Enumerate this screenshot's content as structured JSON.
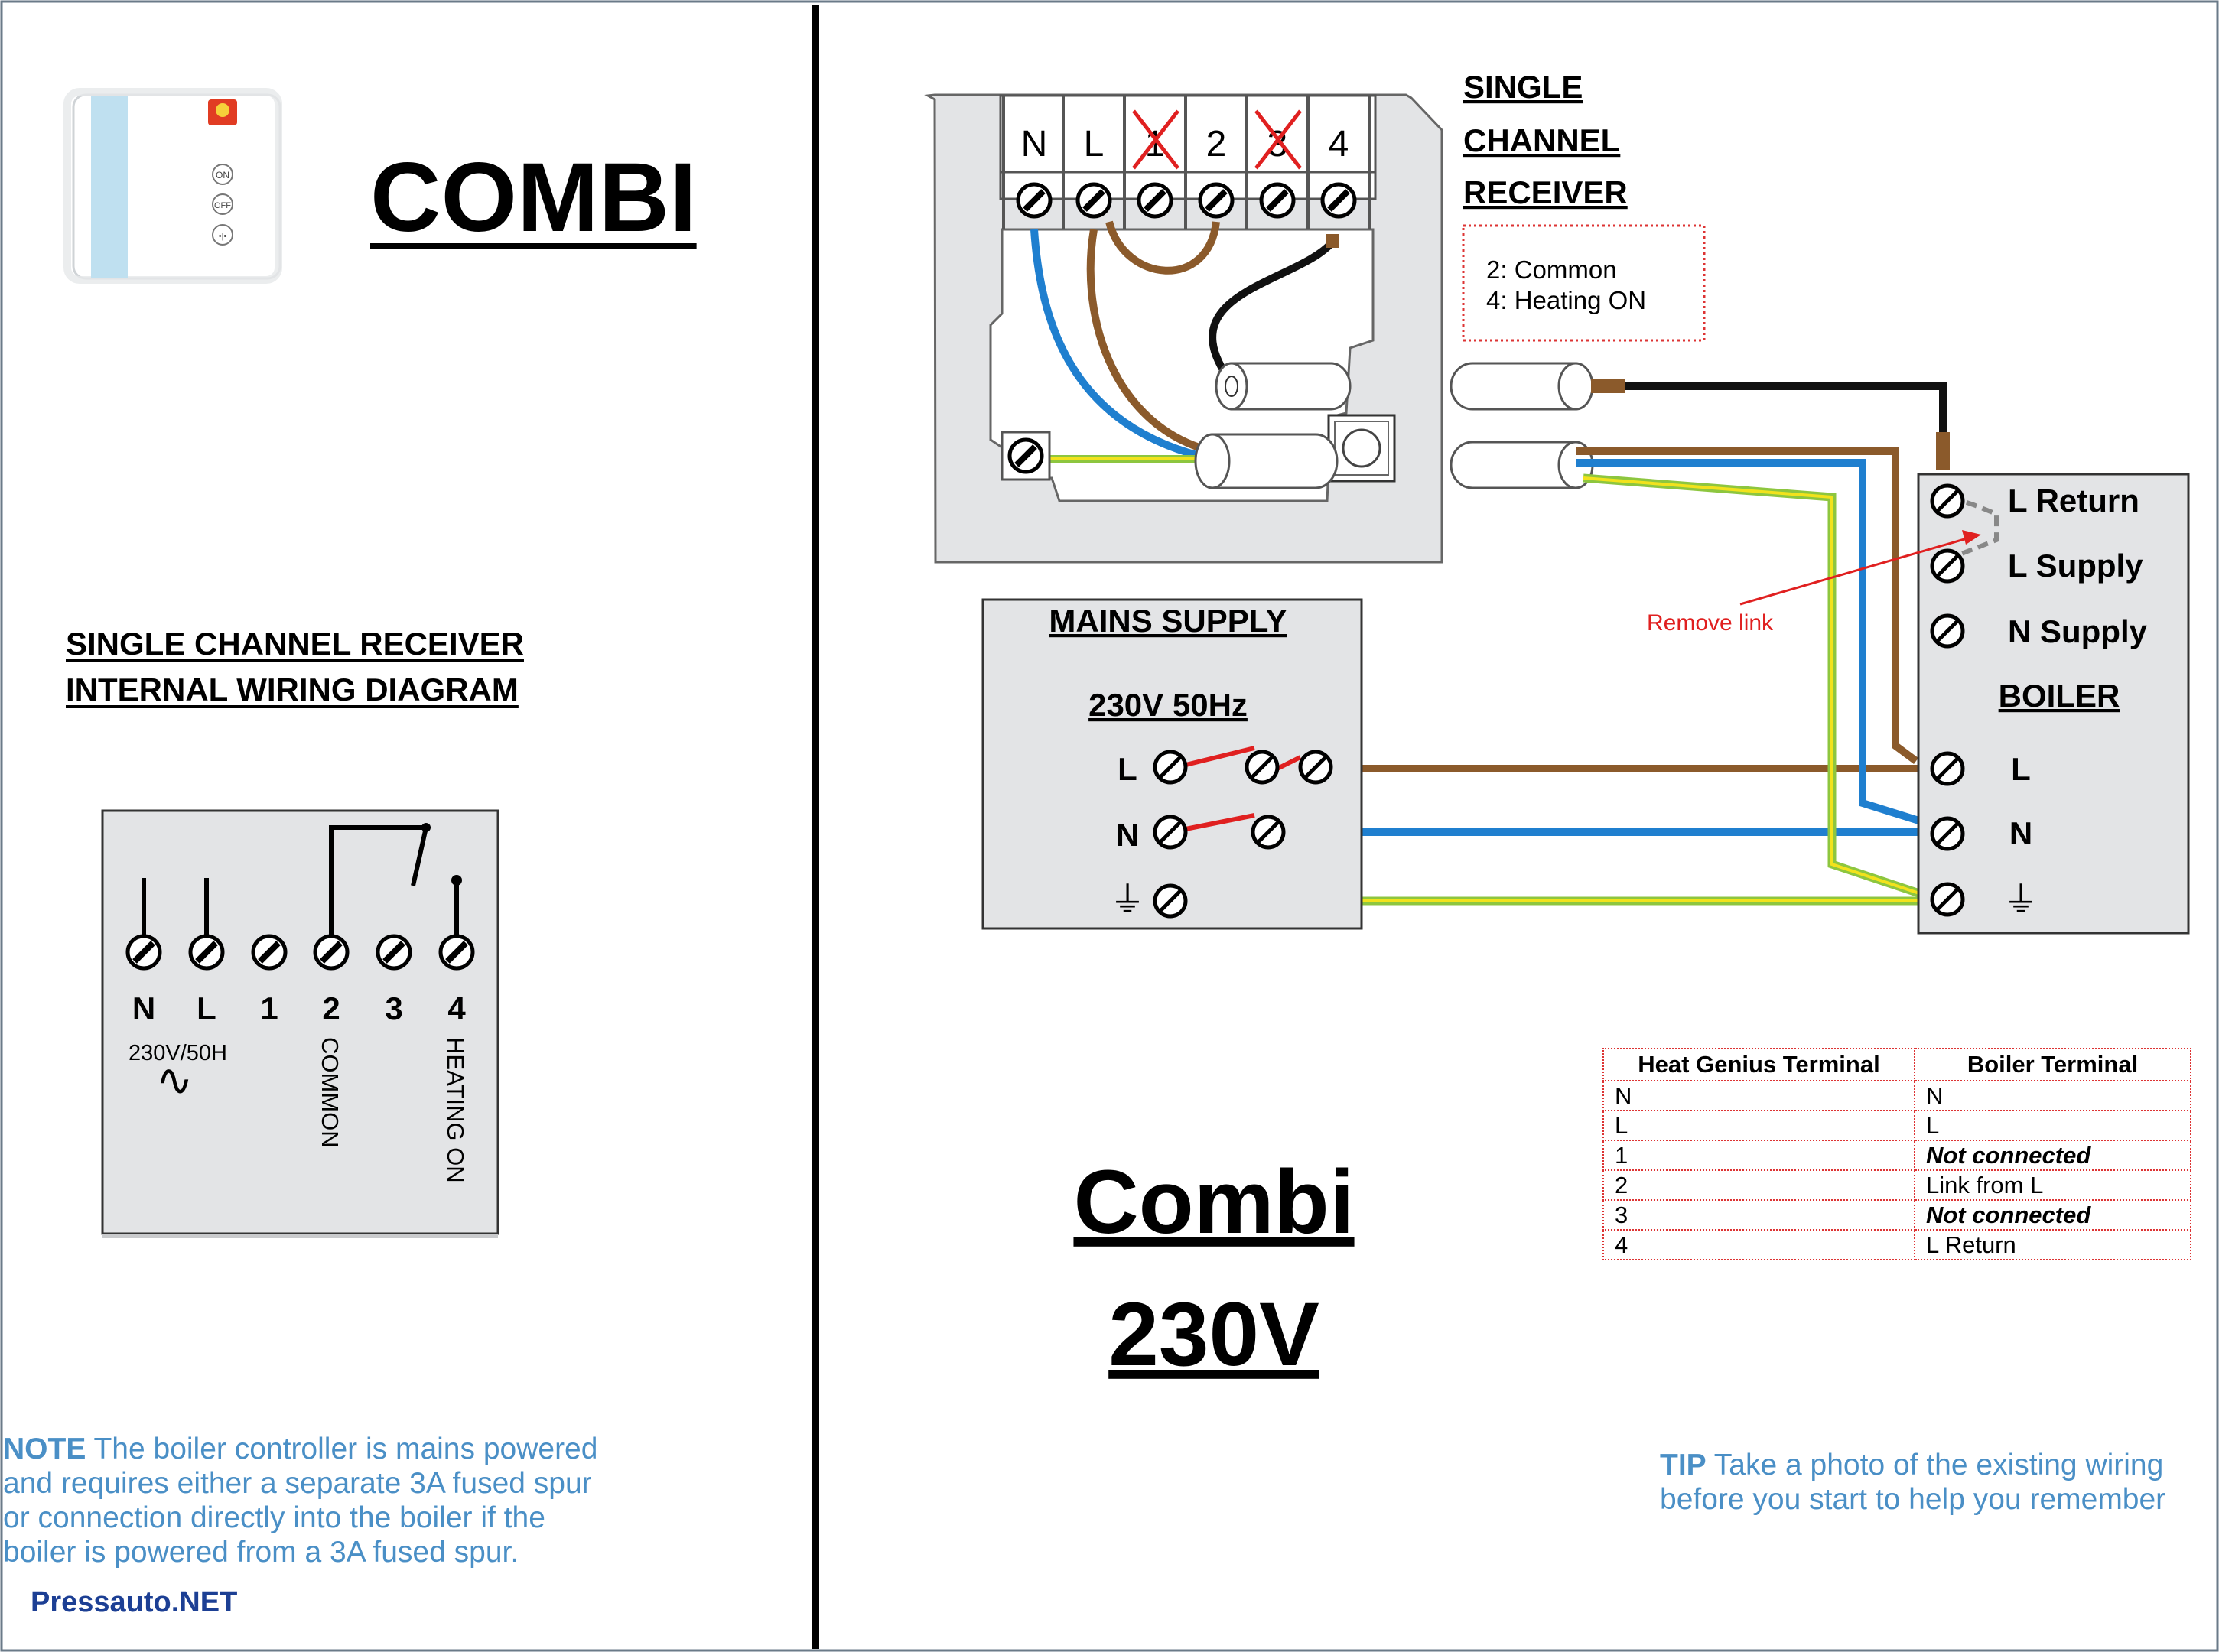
{
  "left": {
    "title": "COMBI",
    "device_buttons": [
      "ON",
      "OFF",
      "•|•"
    ],
    "diagram_title_line1": "SINGLE CHANNEL RECEIVER",
    "diagram_title_line2": "INTERNAL WIRING DIAGRAM",
    "terminals": [
      "N",
      "L",
      "1",
      "2",
      "3",
      "4"
    ],
    "supply_label": "230V/50H",
    "ac_symbol": "∿",
    "common_label": "COMMON",
    "heating_label": "HEATING ON",
    "note_lead": "NOTE",
    "note_lines": [
      " The boiler controller is mains powered",
      "and requires either a separate 3A fused spur",
      "or connection directly into the boiler if the",
      "boiler is powered from a 3A fused spur."
    ],
    "watermark": "Pressauto.NET"
  },
  "right": {
    "receiver_title": [
      "SINGLE",
      "CHANNEL",
      "RECEIVER"
    ],
    "receiver_terminals": [
      "N",
      "L",
      "1",
      "2",
      "3",
      "4"
    ],
    "legend": [
      "2: Common",
      "4: Heating ON"
    ],
    "mains_title": "MAINS SUPPLY",
    "mains_voltage": "230V 50Hz",
    "mains_terminals": [
      "L",
      "N",
      "⏚"
    ],
    "remove_link": "Remove link",
    "boiler_terminals_top": [
      "L Return",
      "L Supply",
      "N Supply"
    ],
    "boiler_title": "BOILER",
    "boiler_terminals_bottom": [
      "L",
      "N",
      "⏚"
    ],
    "big_title_line1": "Combi",
    "big_title_line2": "230V",
    "table": {
      "headers": [
        "Heat Genius Terminal",
        "Boiler Terminal"
      ],
      "rows": [
        {
          "hg": "N",
          "boiler": "N",
          "italic": false
        },
        {
          "hg": "L",
          "boiler": "L",
          "italic": false
        },
        {
          "hg": "1",
          "boiler": "Not connected",
          "italic": true
        },
        {
          "hg": "2",
          "boiler": "Link from L",
          "italic": false
        },
        {
          "hg": "3",
          "boiler": "Not connected",
          "italic": true
        },
        {
          "hg": "4",
          "boiler": "L Return",
          "italic": false
        }
      ]
    },
    "tip_lead": "TIP",
    "tip_lines": [
      " Take a photo of the existing wiring",
      "before you start to help you remember"
    ]
  },
  "colors": {
    "brown": "#8b5a2b",
    "blue": "#1f7fcf",
    "black": "#111111",
    "earth_green": "#8dc63f",
    "earth_yellow": "#f2e21c",
    "red": "#e02020",
    "panel_grey": "#e3e4e6",
    "note_blue": "#4a8fc6"
  }
}
